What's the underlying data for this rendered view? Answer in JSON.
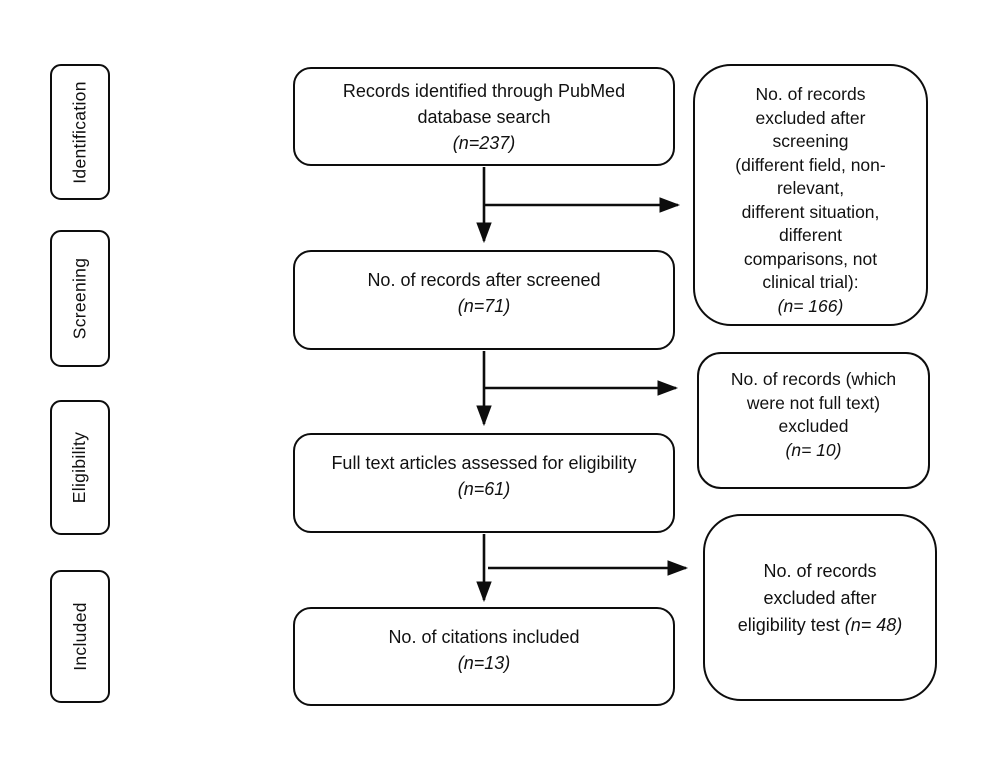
{
  "figure": {
    "type": "prisma-flow-diagram",
    "background_color": "#ffffff",
    "stroke_color": "#0d0d0d",
    "text_color": "#111111"
  },
  "stages": [
    {
      "label": "Identification"
    },
    {
      "label": "Screening"
    },
    {
      "label": "Eligibility"
    },
    {
      "label": "Included"
    }
  ],
  "flow_boxes": [
    {
      "name": "records-identified",
      "lines": [
        [
          {
            "text": "Records identified through PubMed",
            "italic": false
          }
        ],
        [
          {
            "text": "database search",
            "italic": false
          }
        ],
        [
          {
            "text": "(n=237)",
            "italic": true
          }
        ]
      ]
    },
    {
      "name": "records-after-screened",
      "lines": [
        [
          {
            "text": "No. of records after screened",
            "italic": false
          }
        ],
        [
          {
            "text": "(n=71)",
            "italic": true
          }
        ]
      ]
    },
    {
      "name": "full-text-assessed",
      "lines": [
        [
          {
            "text": "Full text articles assessed for eligibility",
            "italic": false
          }
        ],
        [
          {
            "text": "(n=61)",
            "italic": true
          }
        ]
      ]
    },
    {
      "name": "citations-included",
      "lines": [
        [
          {
            "text": "No. of citations included",
            "italic": false
          }
        ],
        [
          {
            "text": "(n=13)",
            "italic": true
          }
        ]
      ]
    }
  ],
  "exclusion_boxes": [
    {
      "name": "excluded-after-screening",
      "lines": [
        [
          {
            "text": "No. of records",
            "italic": false
          }
        ],
        [
          {
            "text": "excluded after",
            "italic": false
          }
        ],
        [
          {
            "text": "screening",
            "italic": false
          }
        ],
        [
          {
            "text": "(different field, non-",
            "italic": false
          }
        ],
        [
          {
            "text": "relevant,",
            "italic": false
          }
        ],
        [
          {
            "text": "different situation,",
            "italic": false
          }
        ],
        [
          {
            "text": "different",
            "italic": false
          }
        ],
        [
          {
            "text": "comparisons, not",
            "italic": false
          }
        ],
        [
          {
            "text": "clinical trial):",
            "italic": false
          }
        ],
        [
          {
            "text": "(n= 166)",
            "italic": true
          }
        ]
      ]
    },
    {
      "name": "excluded-not-full-text",
      "lines": [
        [
          {
            "text": "No. of records (which",
            "italic": false
          }
        ],
        [
          {
            "text": "were not full text)",
            "italic": false
          }
        ],
        [
          {
            "text": "excluded",
            "italic": false
          }
        ],
        [
          {
            "text": "(n= 10)",
            "italic": true
          }
        ]
      ]
    },
    {
      "name": "excluded-after-eligibility",
      "lines": [
        [
          {
            "text": "No. of records",
            "italic": false
          }
        ],
        [
          {
            "text": "excluded after",
            "italic": false
          }
        ],
        [
          {
            "text": "eligibility test ",
            "italic": false
          },
          {
            "text": "(n= 48)",
            "italic": true
          }
        ]
      ]
    }
  ]
}
